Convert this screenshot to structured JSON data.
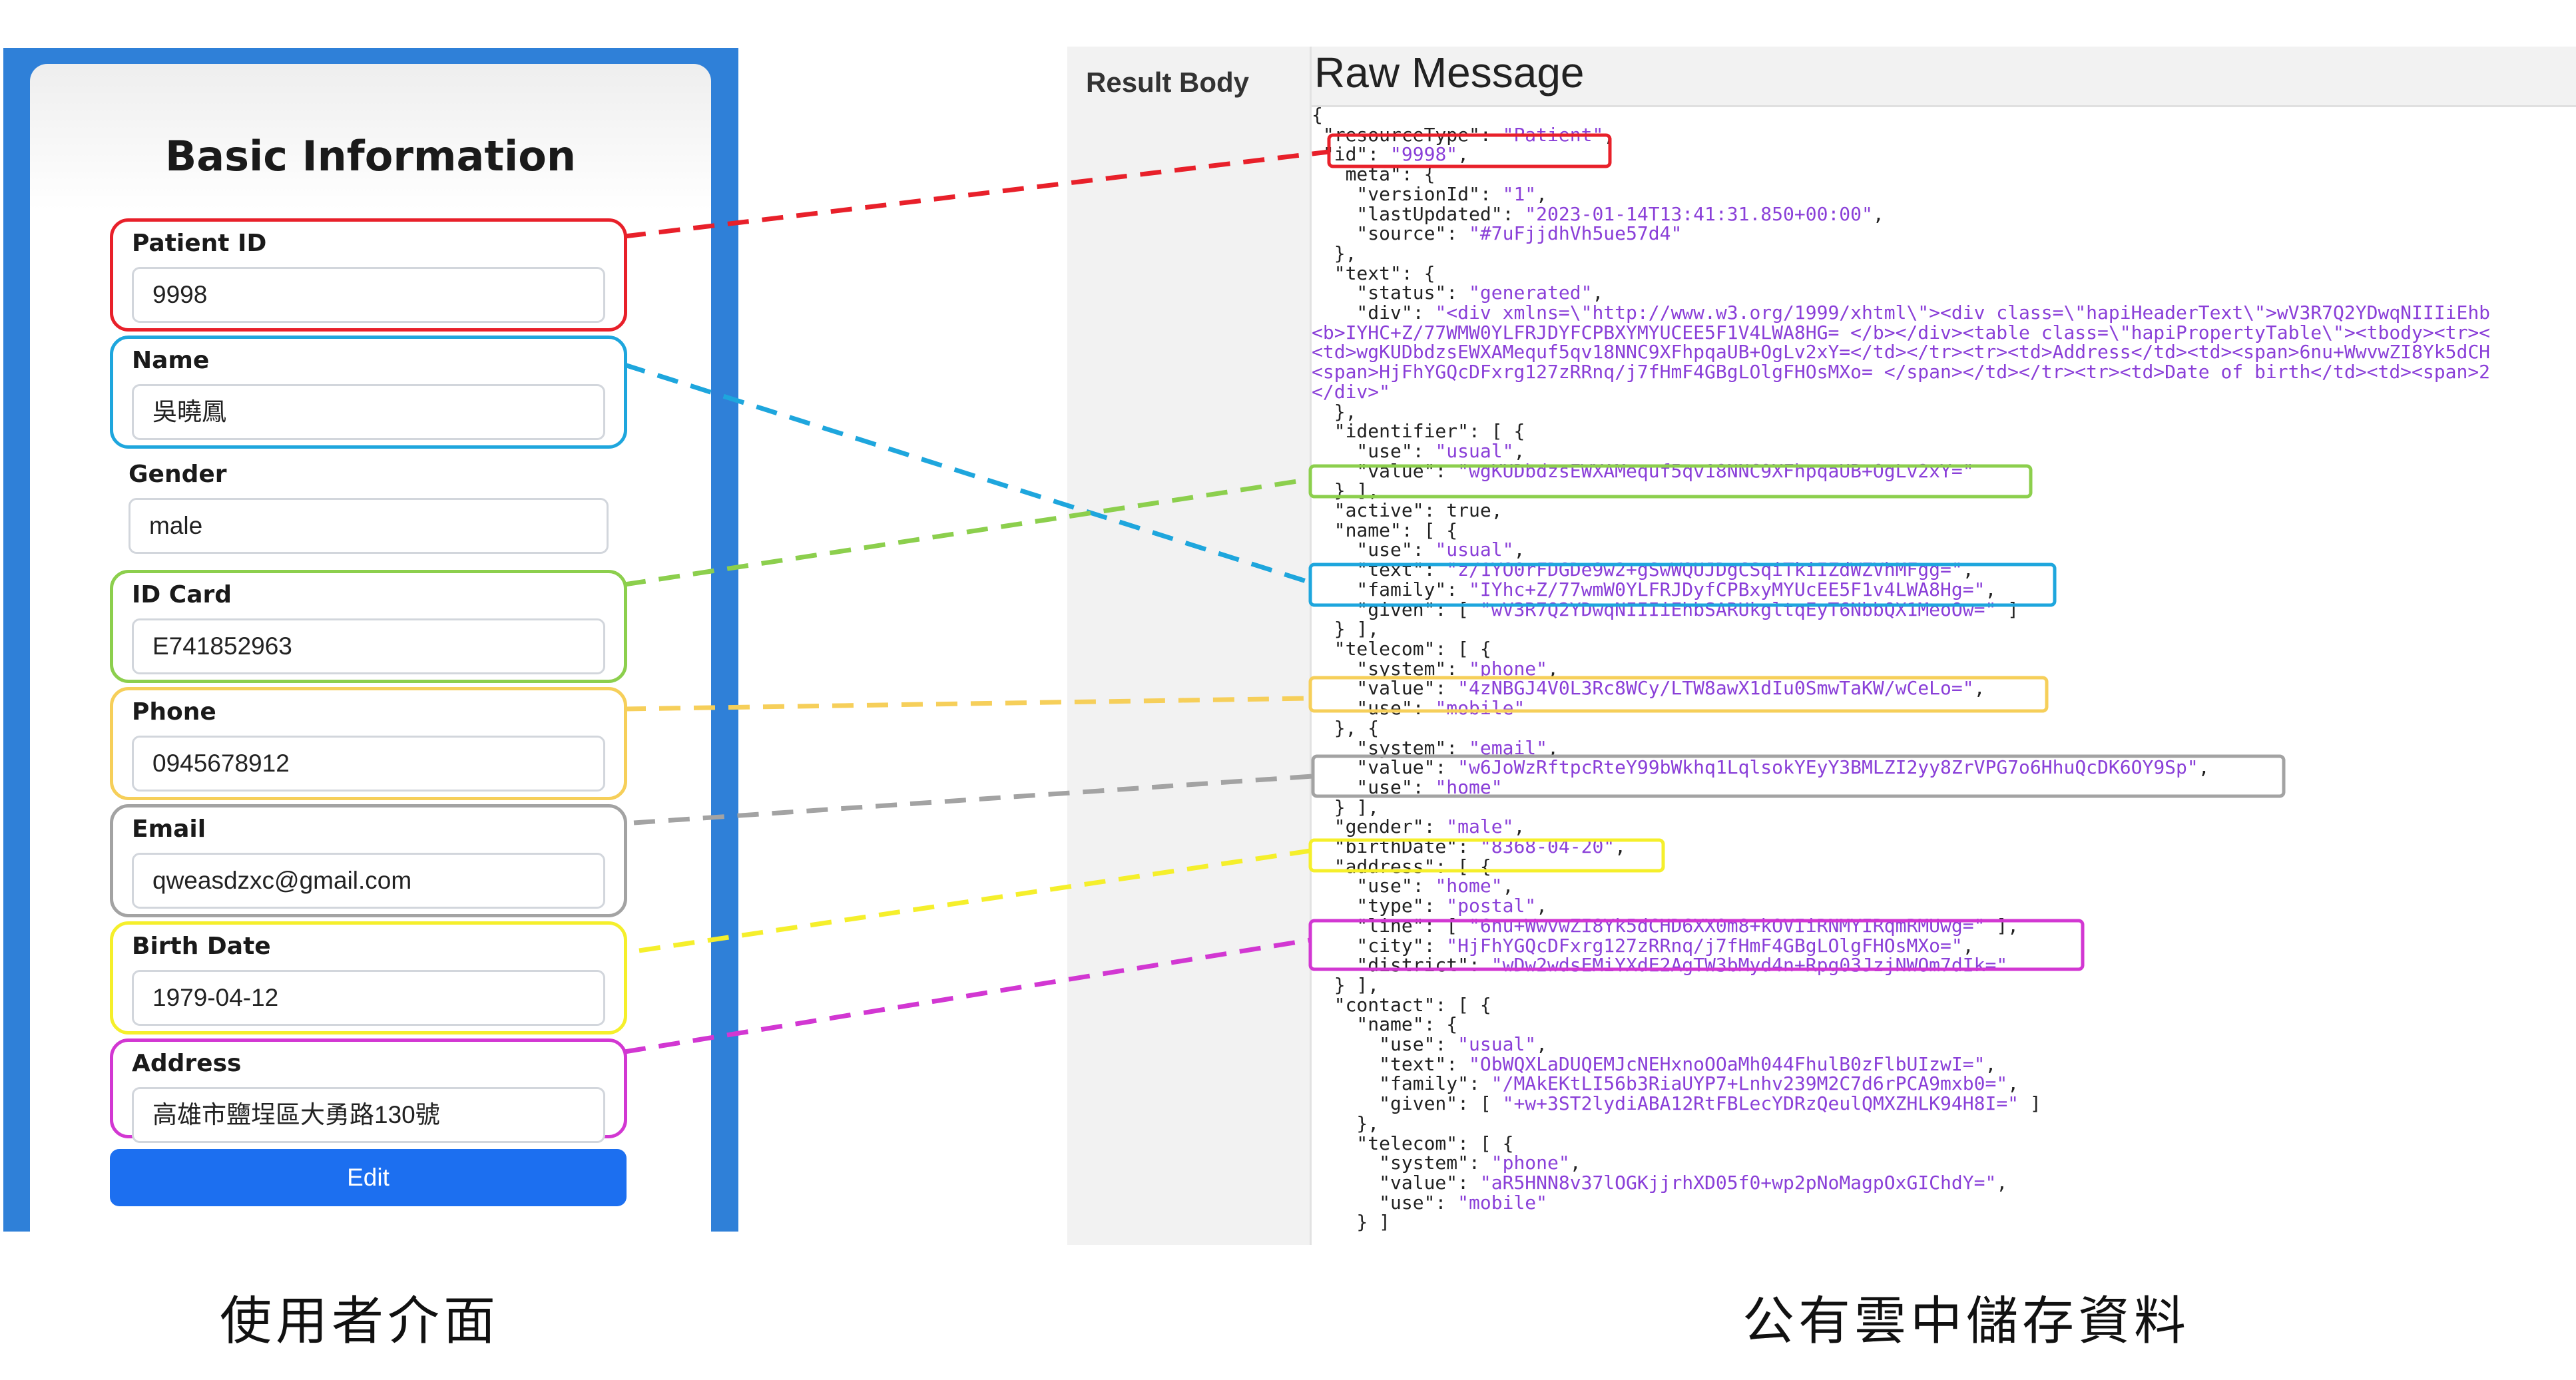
{
  "form": {
    "title": "Basic Information",
    "fields": [
      {
        "label": "Patient ID",
        "value": "9998",
        "color": "#e8202a"
      },
      {
        "label": "Name",
        "value": "吳曉鳳",
        "color": "#1ea6dd"
      },
      {
        "label": "Gender",
        "value": "male",
        "color": ""
      },
      {
        "label": "ID Card",
        "value": "E741852963",
        "color": "#8ccf4d"
      },
      {
        "label": "Phone",
        "value": "0945678912",
        "color": "#f6cf5a"
      },
      {
        "label": "Email",
        "value": "qweasdzxc@gmail.com",
        "color": "#a3a3a3"
      },
      {
        "label": "Birth Date",
        "value": "1979-04-12",
        "color": "#f5ef2b"
      },
      {
        "label": "Address",
        "value": "高雄市鹽埕區大勇路130號",
        "color": "#d237d2"
      }
    ],
    "edit_label": "Edit"
  },
  "result": {
    "label": "Result Body",
    "title": "Raw Message"
  },
  "json_lines": [
    [
      [
        "p",
        "{"
      ]
    ],
    [
      [
        "k",
        " \"resourceType\""
      ],
      [
        "p",
        ": "
      ],
      [
        "s",
        "\"Patient\""
      ],
      [
        "p",
        ","
      ]
    ],
    [
      [
        "k",
        " \"id\""
      ],
      [
        "p",
        ": "
      ],
      [
        "s",
        "\"9998\""
      ],
      [
        "p",
        ","
      ]
    ],
    [
      [
        "k",
        "   meta\""
      ],
      [
        "p",
        ": {"
      ]
    ],
    [
      [
        "k",
        "    \"versionId\""
      ],
      [
        "p",
        ": "
      ],
      [
        "s",
        "\"1\""
      ],
      [
        "p",
        ","
      ]
    ],
    [
      [
        "k",
        "    \"lastUpdated\""
      ],
      [
        "p",
        ": "
      ],
      [
        "s",
        "\"2023-01-14T13:41:31.850+00:00\""
      ],
      [
        "p",
        ","
      ]
    ],
    [
      [
        "k",
        "    \"source\""
      ],
      [
        "p",
        ": "
      ],
      [
        "s",
        "\"#7uFjjdhVh5ue57d4\""
      ]
    ],
    [
      [
        "p",
        "  },"
      ]
    ],
    [
      [
        "k",
        "  \"text\""
      ],
      [
        "p",
        ": {"
      ]
    ],
    [
      [
        "k",
        "    \"status\""
      ],
      [
        "p",
        ": "
      ],
      [
        "s",
        "\"generated\""
      ],
      [
        "p",
        ","
      ]
    ],
    [
      [
        "k",
        "    \"div\""
      ],
      [
        "p",
        ": "
      ],
      [
        "s",
        "\"<div xmlns=\\\"http://www.w3.org/1999/xhtml\\\"><div class=\\\"hapiHeaderText\\\">wV3R7Q2YDwqNIIIiEhb"
      ]
    ],
    [
      [
        "s",
        "<b>IYHC+Z/77WMW0YLFRJDYFCPBXYMYUCEE5F1V4LWA8HG= </b></div><table class=\\\"hapiPropertyTable\\\"><tbody><tr><"
      ]
    ],
    [
      [
        "s",
        "<td>wgKUDbdzsEWXAMequf5qv18NNC9XFhpqaUB+OgLv2xY=</td></tr><tr><td>Address</td><td><span>6nu+WwvwZI8Yk5dCH"
      ]
    ],
    [
      [
        "s",
        "<span>HjFhYGQcDFxrg127zRRnq/j7fHmF4GBgLOlgFHOsMXo= </span></td></tr><tr><td>Date of birth</td><td><span>2"
      ]
    ],
    [
      [
        "s",
        "</div>\""
      ]
    ],
    [
      [
        "p",
        "  },"
      ]
    ],
    [
      [
        "k",
        "  \"identifier\""
      ],
      [
        "p",
        ": [ {"
      ]
    ],
    [
      [
        "k",
        "    \"use\""
      ],
      [
        "p",
        ": "
      ],
      [
        "s",
        "\"usual\""
      ],
      [
        "p",
        ","
      ]
    ],
    [
      [
        "k",
        "    \"value\""
      ],
      [
        "p",
        ": "
      ],
      [
        "s",
        "\"wgKUDbdzsEWXAMequf5qv18NNC9XFhpqaUB+OgLv2xY=\""
      ]
    ],
    [
      [
        "p",
        "  } ],"
      ]
    ],
    [
      [
        "k",
        "  \"active\""
      ],
      [
        "p",
        ": true,"
      ]
    ],
    [
      [
        "k",
        "  \"name\""
      ],
      [
        "p",
        ": [ {"
      ]
    ],
    [
      [
        "k",
        "    \"use\""
      ],
      [
        "p",
        ": "
      ],
      [
        "s",
        "\"usual\""
      ],
      [
        "p",
        ","
      ]
    ],
    [
      [
        "k",
        "    \"text\""
      ],
      [
        "p",
        ": "
      ],
      [
        "s",
        "\"z/1YO0rFDGDe9w2+gSwWQUJDgCSqiTkiIZdWZVhMFgg=\""
      ],
      [
        "p",
        ","
      ]
    ],
    [
      [
        "k",
        "    \"family\""
      ],
      [
        "p",
        ": "
      ],
      [
        "s",
        "\"IYhc+Z/77wmW0YLFRJDyfCPBxyMYUcEE5F1v4LWA8Hg=\""
      ],
      [
        "p",
        ","
      ]
    ],
    [
      [
        "k",
        "    \"given\""
      ],
      [
        "p",
        ": [ "
      ],
      [
        "s",
        "\"wV3R7Q2YDwqNIIIiEhbSARUkgltqEyT6NbbQX1MeoOw=\""
      ],
      [
        "p",
        " ]"
      ]
    ],
    [
      [
        "p",
        "  } ],"
      ]
    ],
    [
      [
        "k",
        "  \"telecom\""
      ],
      [
        "p",
        ": [ {"
      ]
    ],
    [
      [
        "k",
        "    \"system\""
      ],
      [
        "p",
        ": "
      ],
      [
        "s",
        "\"phone\""
      ],
      [
        "p",
        ","
      ]
    ],
    [
      [
        "k",
        "    \"value\""
      ],
      [
        "p",
        ": "
      ],
      [
        "s",
        "\"4zNBGJ4V0L3Rc8WCy/LTW8awX1dIu0SmwTaKW/wCeLo=\""
      ],
      [
        "p",
        ","
      ]
    ],
    [
      [
        "k",
        "    \"use\""
      ],
      [
        "p",
        ": "
      ],
      [
        "s",
        "\"mobile\""
      ]
    ],
    [
      [
        "p",
        "  }, {"
      ]
    ],
    [
      [
        "k",
        "    \"system\""
      ],
      [
        "p",
        ": "
      ],
      [
        "s",
        "\"email\""
      ],
      [
        "p",
        ","
      ]
    ],
    [
      [
        "k",
        "    \"value\""
      ],
      [
        "p",
        ": "
      ],
      [
        "s",
        "\"w6JoWzRftpcRteY99bWkhq1LqlsokYEyY3BMLZI2yy8ZrVPG7o6HhuQcDK6OY9Sp\""
      ],
      [
        "p",
        ","
      ]
    ],
    [
      [
        "k",
        "    \"use\""
      ],
      [
        "p",
        ": "
      ],
      [
        "s",
        "\"home\""
      ]
    ],
    [
      [
        "p",
        "  } ],"
      ]
    ],
    [
      [
        "k",
        "  \"gender\""
      ],
      [
        "p",
        ": "
      ],
      [
        "s",
        "\"male\""
      ],
      [
        "p",
        ","
      ]
    ],
    [
      [
        "k",
        "  \"birthDate\""
      ],
      [
        "p",
        ": "
      ],
      [
        "s",
        "\"8368-04-20\""
      ],
      [
        "p",
        ","
      ]
    ],
    [
      [
        "k",
        "  \"address\""
      ],
      [
        "p",
        ": [ {"
      ]
    ],
    [
      [
        "k",
        "    \"use\""
      ],
      [
        "p",
        ": "
      ],
      [
        "s",
        "\"home\""
      ],
      [
        "p",
        ","
      ]
    ],
    [
      [
        "k",
        "    \"type\""
      ],
      [
        "p",
        ": "
      ],
      [
        "s",
        "\"postal\""
      ],
      [
        "p",
        ","
      ]
    ],
    [
      [
        "k",
        "    \"line\""
      ],
      [
        "p",
        ": [ "
      ],
      [
        "s",
        "\"6nu+WwvwZI8Yk5dCHD6XX0m8+kOVIiRNMYIRqmRMUwg=\""
      ],
      [
        "p",
        " ],"
      ]
    ],
    [
      [
        "k",
        "    \"city\""
      ],
      [
        "p",
        ": "
      ],
      [
        "s",
        "\"HjFhYGQcDFxrg127zRRnq/j7fHmF4GBgLOlgFHOsMXo=\""
      ],
      [
        "p",
        ","
      ]
    ],
    [
      [
        "k",
        "    \"district\""
      ],
      [
        "p",
        ": "
      ],
      [
        "s",
        "\"wDw2wdsEMiYXdE2AgTW3bMyd4n+Rpg03JzjNWOm7dIk=\""
      ]
    ],
    [
      [
        "p",
        "  } ],"
      ]
    ],
    [
      [
        "k",
        "  \"contact\""
      ],
      [
        "p",
        ": [ {"
      ]
    ],
    [
      [
        "k",
        "    \"name\""
      ],
      [
        "p",
        ": {"
      ]
    ],
    [
      [
        "k",
        "      \"use\""
      ],
      [
        "p",
        ": "
      ],
      [
        "s",
        "\"usual\""
      ],
      [
        "p",
        ","
      ]
    ],
    [
      [
        "k",
        "      \"text\""
      ],
      [
        "p",
        ": "
      ],
      [
        "s",
        "\"ObWQXLaDUQEMJcNEHxnoOOaMh044FhulB0zFlbUIzwI=\""
      ],
      [
        "p",
        ","
      ]
    ],
    [
      [
        "k",
        "      \"family\""
      ],
      [
        "p",
        ": "
      ],
      [
        "s",
        "\"/MAkEKtLI56b3RiaUYP7+Lnhv239M2C7d6rPCA9mxb0=\""
      ],
      [
        "p",
        ","
      ]
    ],
    [
      [
        "k",
        "      \"given\""
      ],
      [
        "p",
        ": [ "
      ],
      [
        "s",
        "\"+w+3ST2lydiABA12RtFBLecYDRzQeulQMXZHLK94H8I=\""
      ],
      [
        "p",
        " ]"
      ]
    ],
    [
      [
        "p",
        "    },"
      ]
    ],
    [
      [
        "k",
        "    \"telecom\""
      ],
      [
        "p",
        ": [ {"
      ]
    ],
    [
      [
        "k",
        "      \"system\""
      ],
      [
        "p",
        ": "
      ],
      [
        "s",
        "\"phone\""
      ],
      [
        "p",
        ","
      ]
    ],
    [
      [
        "k",
        "      \"value\""
      ],
      [
        "p",
        ": "
      ],
      [
        "s",
        "\"aR5HNN8v37lOGKjjrhXD05f0+wp2pNoMagpOxGIChdY=\""
      ],
      [
        "p",
        ","
      ]
    ],
    [
      [
        "k",
        "      \"use\""
      ],
      [
        "p",
        ": "
      ],
      [
        "s",
        "\"mobile\""
      ]
    ],
    [
      [
        "p",
        "    } ]"
      ]
    ]
  ],
  "captions": {
    "left": "使用者介面",
    "right": "公有雲中儲存資料"
  }
}
